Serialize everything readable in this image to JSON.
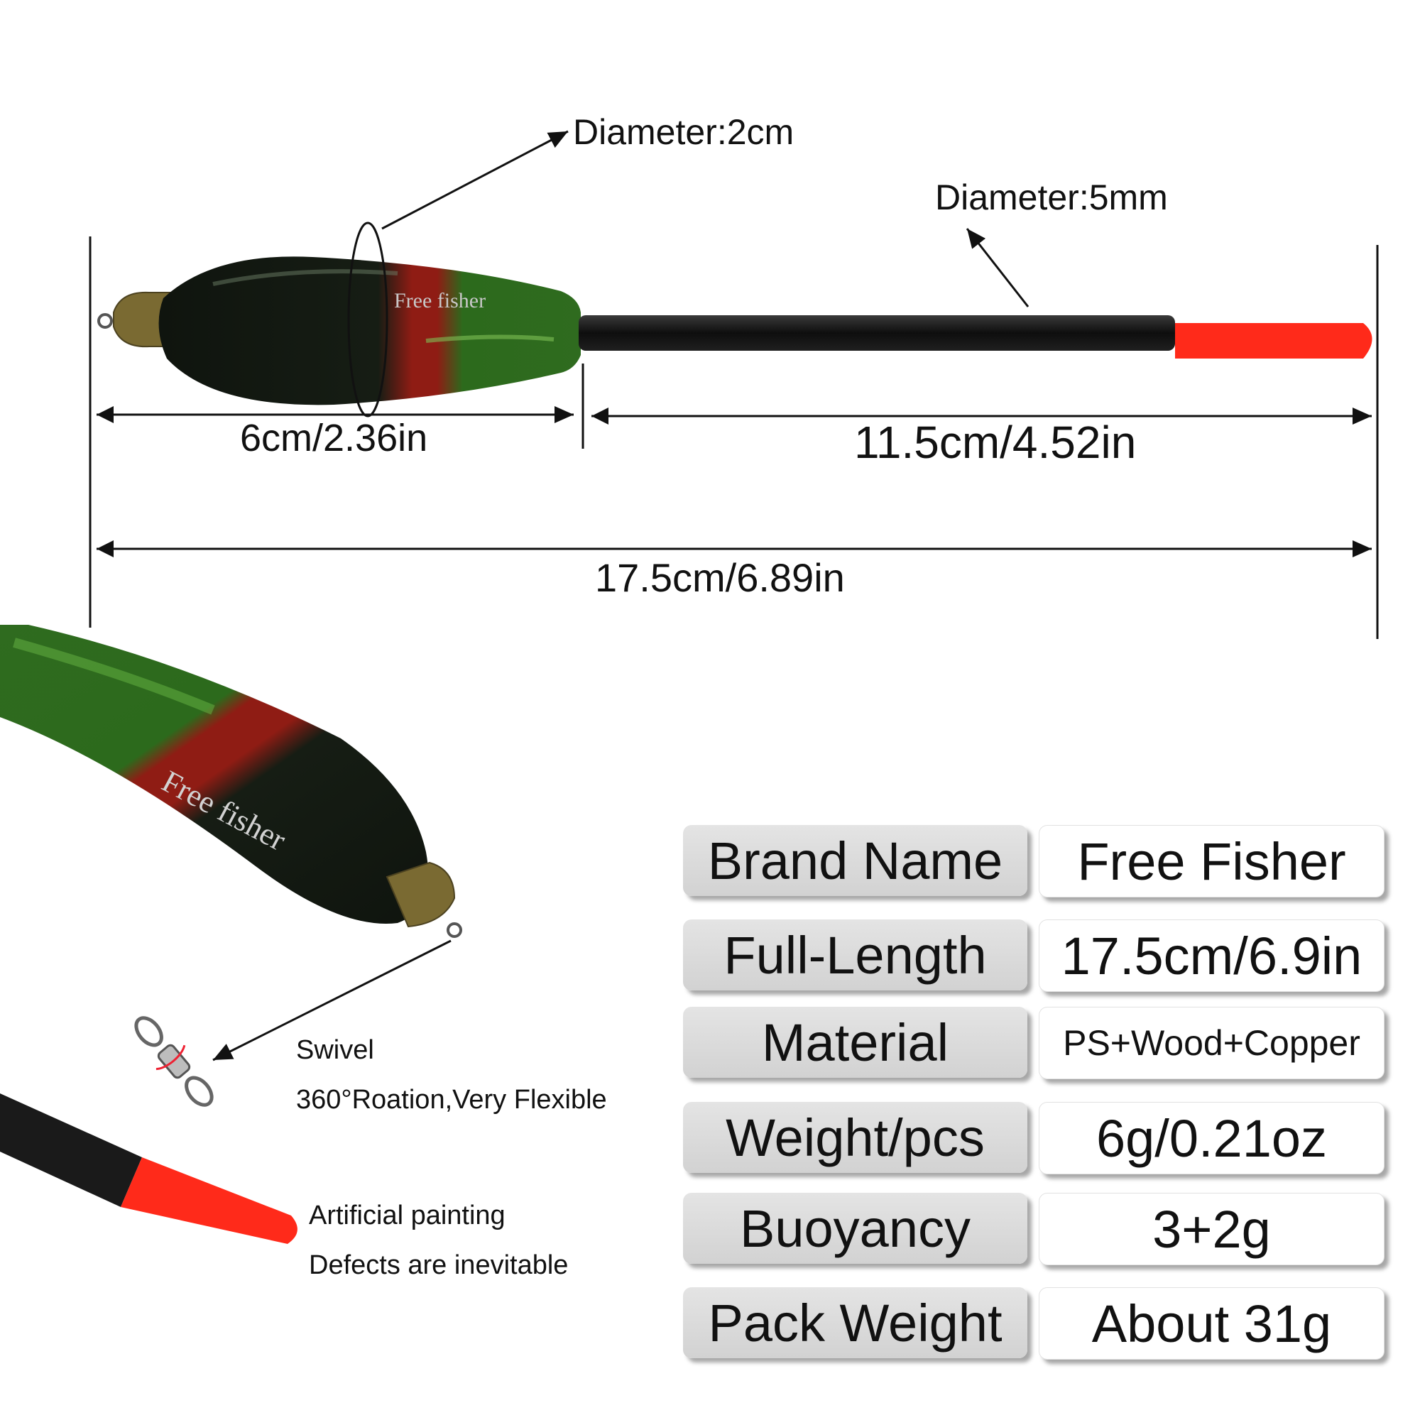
{
  "annotations": {
    "diameter_body": "Diameter:2cm",
    "diameter_stem": "Diameter:5mm",
    "body_length": "6cm/2.36in",
    "stem_length": "11.5cm/4.52in",
    "total_length": "17.5cm/6.89in"
  },
  "float_brand_text": "Free fisher",
  "swivel_note": {
    "title": "Swivel",
    "detail": "360°Roation,Very Flexible"
  },
  "paint_note": {
    "title": "Artificial painting",
    "detail": "Defects are inevitable"
  },
  "specs": [
    {
      "label": "Brand Name",
      "value": "Free Fisher"
    },
    {
      "label": "Full-Length",
      "value": "17.5cm/6.9in"
    },
    {
      "label": "Material",
      "value": "PS+Wood+Copper"
    },
    {
      "label": "Weight/pcs",
      "value": "6g/0.21oz"
    },
    {
      "label": "Buoyancy",
      "value": "3+2g"
    },
    {
      "label": "Pack Weight",
      "value": "About 31g"
    }
  ],
  "colors": {
    "float_green": "#2f6b1f",
    "float_black": "#141a12",
    "float_red_band": "#8f1c14",
    "tip_red": "#ff2a1a",
    "brass_cap": "#7a6a32"
  }
}
